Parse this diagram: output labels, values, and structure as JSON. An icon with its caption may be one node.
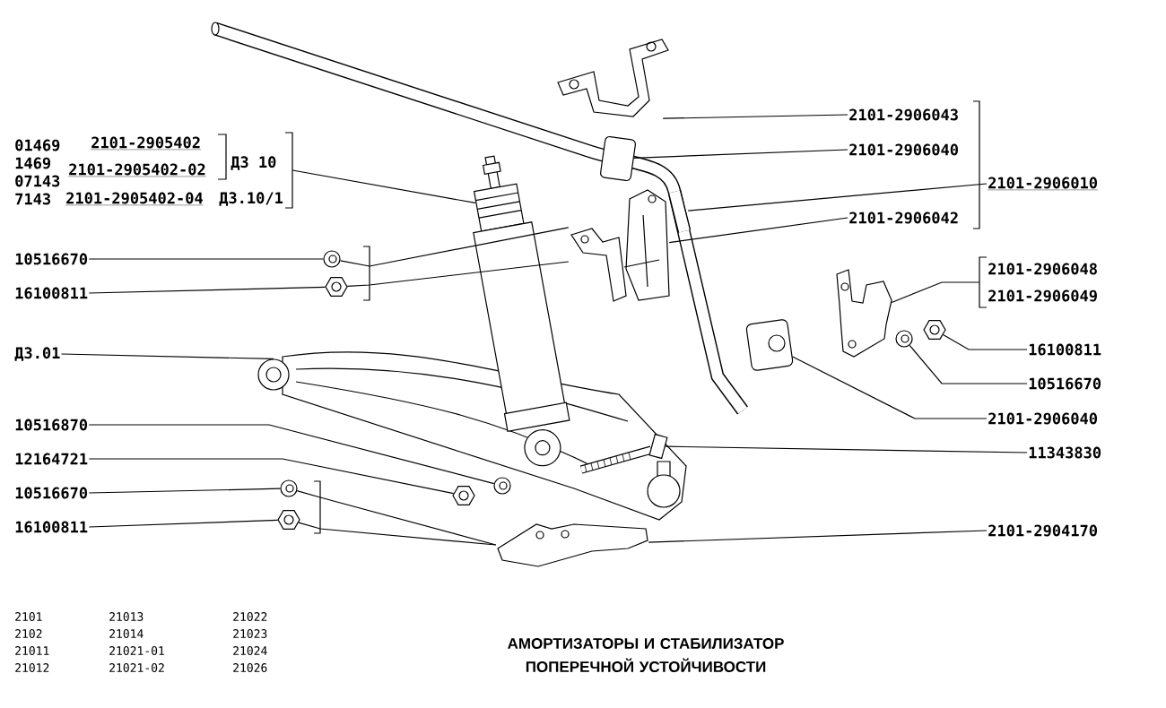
{
  "diagram": {
    "title": "АМОРТИЗАТОРЫ И СТАБИЛИЗАТОР ПОПЕРЕЧНОЙ УСТОЙЧИВОСТИ",
    "nodes": [
      {
        "text": [
          "01469",
          "2101-2905402",
          "1469",
          "07143",
          "2101-2905402-02",
          "Д3 10",
          "7143",
          "2101-2905402-04",
          "Д3.10/1"
        ]
      },
      {
        "text": [
          "2101-2906043"
        ]
      },
      {
        "text": [
          "2101-2906040"
        ]
      },
      {
        "text": [
          "2101-2906010"
        ]
      },
      {
        "text": [
          "2101-2906042"
        ]
      },
      {
        "text": [
          "10516670"
        ]
      },
      {
        "text": [
          "16100811"
        ]
      },
      {
        "text": [
          "2101-2906048",
          "2101-2906049"
        ]
      },
      {
        "text": [
          "Д3.01"
        ]
      },
      {
        "text": [
          "16100811"
        ]
      },
      {
        "text": [
          "10516670"
        ]
      },
      {
        "text": [
          "2101-2906040"
        ]
      },
      {
        "text": [
          "10516870"
        ]
      },
      {
        "text": [
          "11343830"
        ]
      },
      {
        "text": [
          "12164721"
        ]
      },
      {
        "text": [
          "10516670"
        ]
      },
      {
        "text": [
          "16100811"
        ]
      },
      {
        "text": [
          "2101-2904170"
        ]
      },
      {
        "text": [],
        "shape": "picture"
      },
      {
        "text": [],
        "shape": "picture"
      },
      {
        "text": [],
        "shape": "box"
      },
      {
        "text": [],
        "shape": "picture"
      },
      {
        "text": [],
        "shape": "picture"
      },
      {
        "text": [],
        "shape": "picture"
      },
      {
        "text": [],
        "shape": "picture"
      },
      {
        "text": [],
        "shape": "picture"
      },
      {
        "text": [],
        "shape": "picture"
      },
      {
        "text": [],
        "shape": "picture"
      },
      {
        "text": [],
        "shape": "picture"
      },
      {
        "text": [],
        "shape": "picture"
      },
      {
        "text": [],
        "shape": "picture"
      },
      {
        "text": [],
        "shape": "picture"
      },
      {
        "text": [],
        "shape": "picture"
      },
      {
        "text": [],
        "shape": "picture"
      },
      {
        "text": [],
        "shape": "picture"
      },
      {
        "text": [],
        "shape": "picture"
      },
      {
        "text": [],
        "shape": "picture"
      }
    ],
    "edges": [
      {
        "from": 0,
        "to": 22,
        "arrow": "none"
      },
      {
        "from": 1,
        "to": 19,
        "arrow": "none"
      },
      {
        "from": 2,
        "to": 20,
        "arrow": "none"
      },
      {
        "from": 3,
        "to": 18,
        "arrow": "none"
      },
      {
        "from": 4,
        "to": 21,
        "arrow": "none"
      },
      {
        "from": 5,
        "to": 23,
        "arrow": "none"
      },
      {
        "from": 6,
        "to": 24,
        "arrow": "none"
      },
      {
        "from": 23,
        "to": 25,
        "arrow": "none"
      },
      {
        "from": 24,
        "to": 25,
        "arrow": "none"
      },
      {
        "from": 7,
        "to": 33,
        "arrow": "none"
      },
      {
        "from": 8,
        "to": 26,
        "arrow": "none"
      },
      {
        "from": 9,
        "to": 36,
        "arrow": "none"
      },
      {
        "from": 10,
        "to": 35,
        "arrow": "none"
      },
      {
        "from": 11,
        "to": 34,
        "arrow": "none"
      },
      {
        "from": 12,
        "to": 27,
        "arrow": "none"
      },
      {
        "from": 13,
        "to": 29,
        "arrow": "none"
      },
      {
        "from": 14,
        "to": 28,
        "arrow": "none"
      },
      {
        "from": 15,
        "to": 31,
        "arrow": "none"
      },
      {
        "from": 16,
        "to": 32,
        "arrow": "none"
      },
      {
        "from": 31,
        "to": 30,
        "arrow": "none"
      },
      {
        "from": 32,
        "to": 30,
        "arrow": "none"
      },
      {
        "from": 17,
        "to": 30,
        "arrow": "none"
      }
    ],
    "labels": [
      "2101",
      "21013",
      "21022",
      "2102",
      "21014",
      "21023",
      "21011",
      "21021-01",
      "21024",
      "21012",
      "21021-02",
      "21026"
    ]
  }
}
